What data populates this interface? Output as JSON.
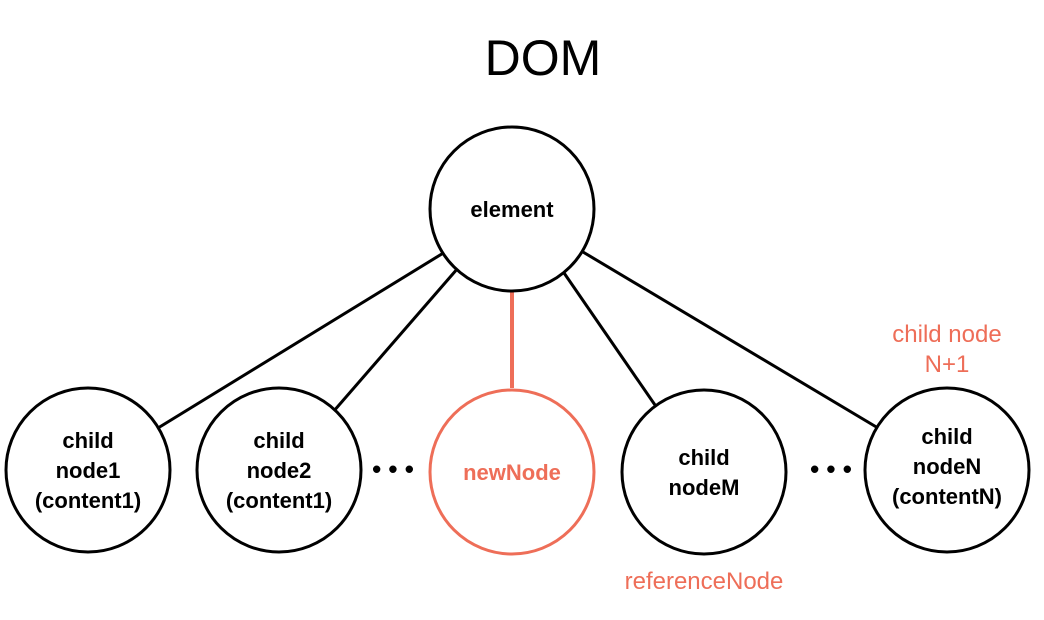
{
  "title": "DOM",
  "colors": {
    "default": "#000000",
    "accent": "#EE6E58"
  },
  "root": {
    "label": "element"
  },
  "children": [
    {
      "lines": [
        "child",
        "node1",
        "(content1)"
      ],
      "highlight": false
    },
    {
      "lines": [
        "child",
        "node2",
        "(content1)"
      ],
      "highlight": false
    },
    {
      "lines": [
        "newNode"
      ],
      "highlight": true
    },
    {
      "lines": [
        "child",
        "nodeM"
      ],
      "highlight": false
    },
    {
      "lines": [
        "child",
        "nodeN",
        "(contentN)"
      ],
      "highlight": false
    }
  ],
  "ellipses": [
    "• • •",
    "• • •"
  ],
  "annotations": {
    "reference_node": "referenceNode",
    "child_n_plus_1": [
      "child node",
      "N+1"
    ]
  }
}
